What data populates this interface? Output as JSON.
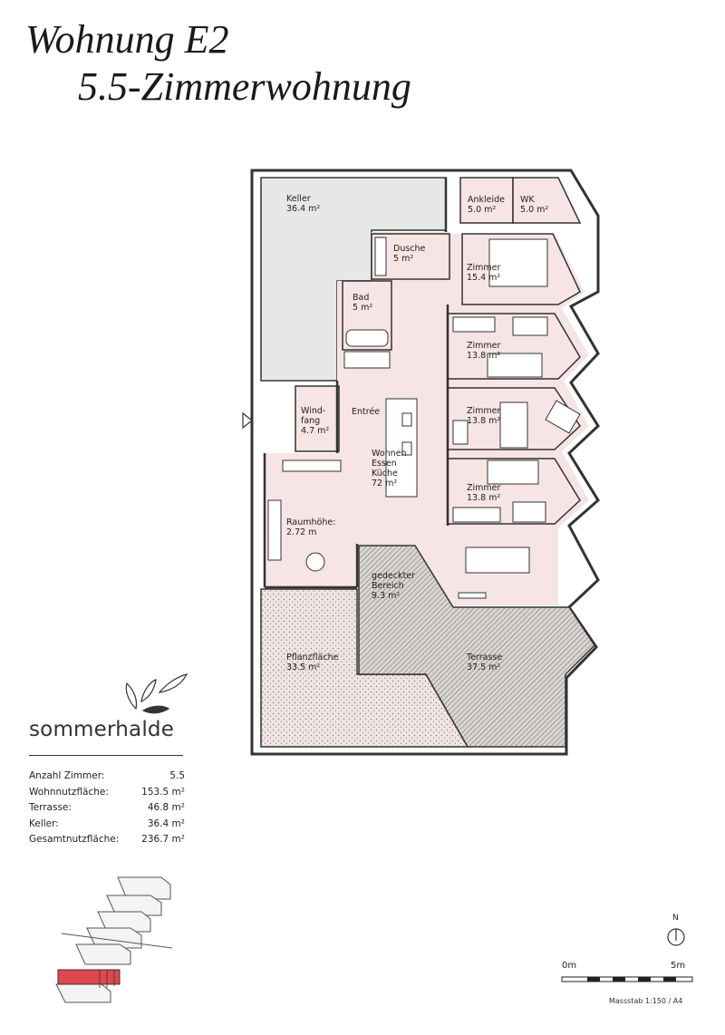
{
  "title": {
    "line1": "Wohnung E2",
    "line2": "5.5-Zimmerwohnung"
  },
  "brand": {
    "name": "sommerhalde"
  },
  "facts": [
    {
      "label": "Anzahl Zimmer:",
      "value": "5.5"
    },
    {
      "label": "Wohnnutzfläche:",
      "value": "153.5 m²"
    },
    {
      "label": "Terrasse:",
      "value": "46.8 m²"
    },
    {
      "label": "Keller:",
      "value": "36.4 m²"
    },
    {
      "label": "Gesamtnutzfläche:",
      "value": "236.7 m²"
    }
  ],
  "rooms": {
    "keller": {
      "name": "Keller",
      "area": "36.4 m²"
    },
    "ankleide": {
      "name": "Ankleide",
      "area": "5.0 m²"
    },
    "wk": {
      "name": "WK",
      "area": "5.0 m²"
    },
    "dusche": {
      "name": "Dusche",
      "area": "5 m²"
    },
    "zimmer1": {
      "name": "Zimmer",
      "area": "15.4 m²"
    },
    "bad": {
      "name": "Bad",
      "area": "5 m²"
    },
    "zimmer2": {
      "name": "Zimmer",
      "area": "13.8 m²"
    },
    "windfang": {
      "name1": "Wind-",
      "name2": "fang",
      "area": "4.7 m²"
    },
    "entree": {
      "name": "Entrée"
    },
    "zimmer3": {
      "name": "Zimmer",
      "area": "13.8 m²"
    },
    "wohnen": {
      "name1": "Wohnen",
      "name2": "Essen",
      "name3": "Küche",
      "area": "72 m²"
    },
    "zimmer4": {
      "name": "Zimmer",
      "area": "13.8 m²"
    },
    "raumhoehe": {
      "name": "Raumhöhe:",
      "value": "2.72 m"
    },
    "gedeckt": {
      "name1": "gedeckter",
      "name2": "Bereich",
      "area": "9.3 m²"
    },
    "pflanz": {
      "name": "Pflanzfläche",
      "area": "33.5 m²"
    },
    "terrasse": {
      "name": "Terrasse",
      "area": "37.5 m²"
    }
  },
  "scale": {
    "start": "0m",
    "end": "5m",
    "note": "Massstab 1:150 / A4",
    "north": "N"
  },
  "colors": {
    "room_fill": "#f7e4e4",
    "keller_fill": "#e6e8e8",
    "wall": "#333333",
    "highlight": "#e0474c"
  }
}
